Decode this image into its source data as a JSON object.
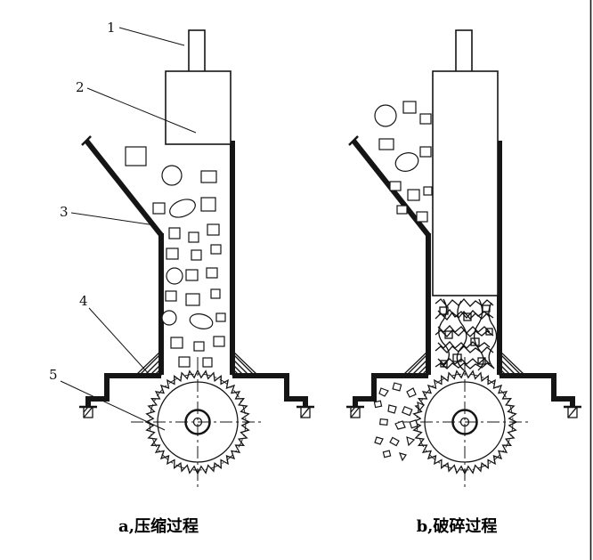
{
  "diagram": {
    "part_labels": [
      "1",
      "2",
      "3",
      "4",
      "5"
    ],
    "captions": {
      "a": "a,压缩过程",
      "b": "b,破碎过程"
    },
    "colors": {
      "ink": "#151515",
      "paper": "#ffffff"
    }
  }
}
